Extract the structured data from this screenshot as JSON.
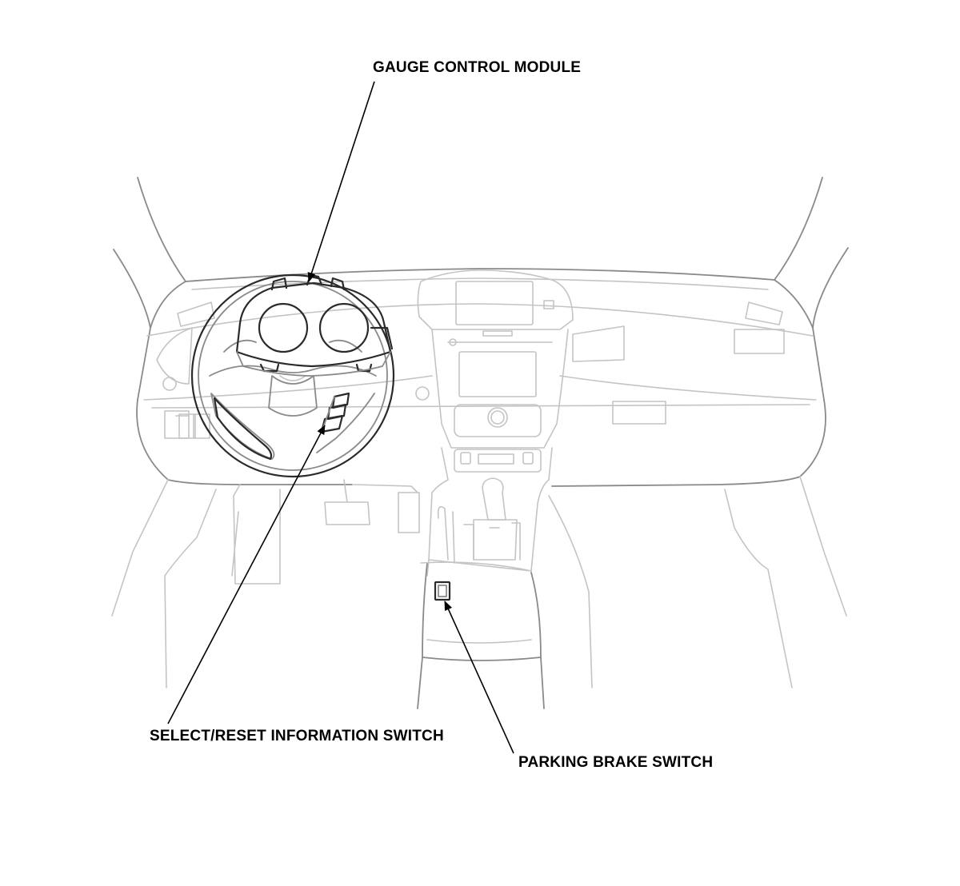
{
  "labels": {
    "gauge_control_module": "GAUGE CONTROL MODULE",
    "select_reset_information_switch": "SELECT/RESET INFORMATION SWITCH",
    "parking_brake_switch": "PARKING BRAKE SWITCH"
  },
  "colors": {
    "background": "#ffffff",
    "highlighted_component": "#2a2a2a",
    "context_linework": "#c4c4c4",
    "label_text": "#000000"
  }
}
